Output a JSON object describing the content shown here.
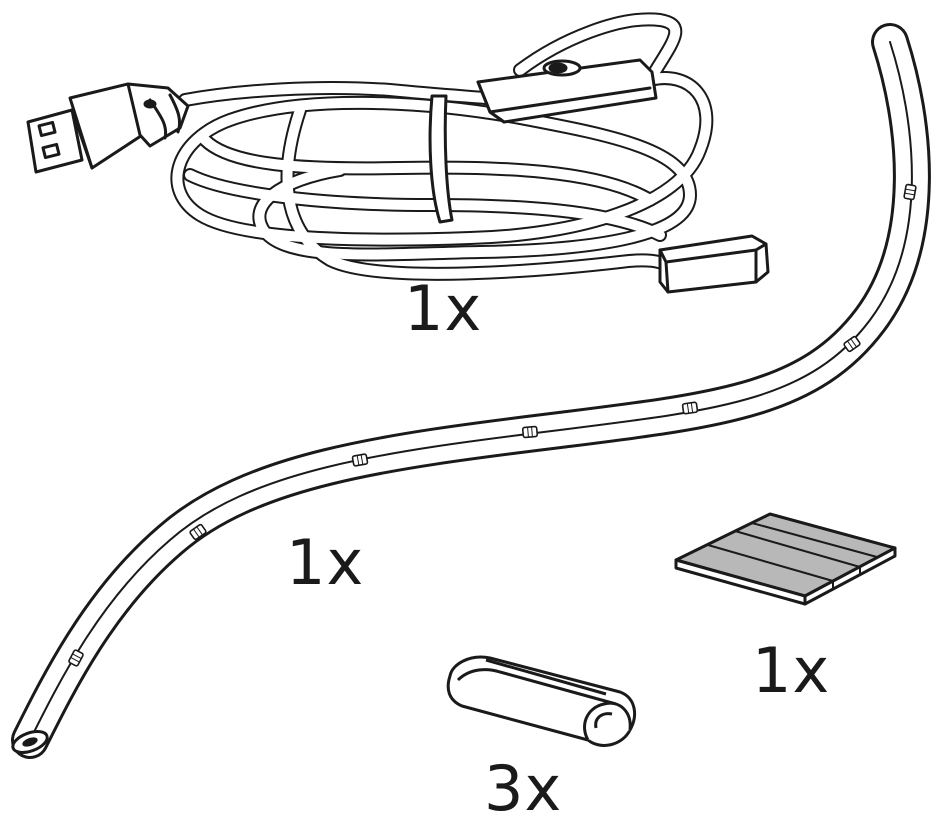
{
  "parts": [
    {
      "id": "usb-cable",
      "icon": "usb-cable-with-switch-icon",
      "quantity": "1x"
    },
    {
      "id": "led-strip",
      "icon": "led-strip-icon",
      "quantity": "1x"
    },
    {
      "id": "adhesive-pad",
      "icon": "adhesive-pad-icon",
      "quantity": "1x"
    },
    {
      "id": "mounting-clips",
      "icon": "mounting-clip-icon",
      "quantity": "3x"
    }
  ],
  "colors": {
    "line": "#1a1a1a",
    "fill": "#ffffff",
    "pad_fill": "#b8b8b8"
  }
}
